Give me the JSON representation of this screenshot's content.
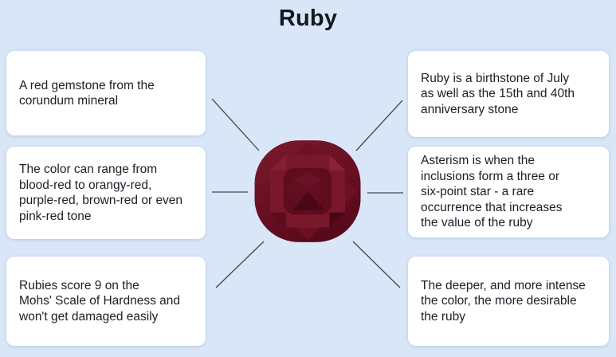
{
  "title": "Ruby",
  "colors": {
    "background": "#d9e6f8",
    "card_background": "#ffffff",
    "text": "#1b1f26",
    "title_text": "#14181f",
    "connector_line": "#3f4654",
    "ruby_dark": "#55081a",
    "ruby_mid": "#6e1325",
    "ruby_light": "#7a182b",
    "ruby_highlight": "#8e2133"
  },
  "gem": {
    "icon": "cushion-cut-ruby-gem"
  },
  "boxes": {
    "left": [
      {
        "text": "A red gemstone from the\ncorundum mineral"
      },
      {
        "text": "The color can range from\nblood-red to orangy-red,\npurple-red, brown-red or even\npink-red tone"
      },
      {
        "text": "Rubies score 9 on the\nMohs' Scale of Hardness and\nwon't get damaged easily"
      }
    ],
    "right": [
      {
        "text": "Ruby is a birthstone of July\nas well as the 15th and 40th\nanniversary stone"
      },
      {
        "text": "Asterism is when the\ninclusions form a three or\nsix-point star - a rare\noccurrence that increases\nthe value of the ruby"
      },
      {
        "text": "The deeper, and more intense\nthe color, the more desirable\nthe ruby"
      }
    ]
  }
}
